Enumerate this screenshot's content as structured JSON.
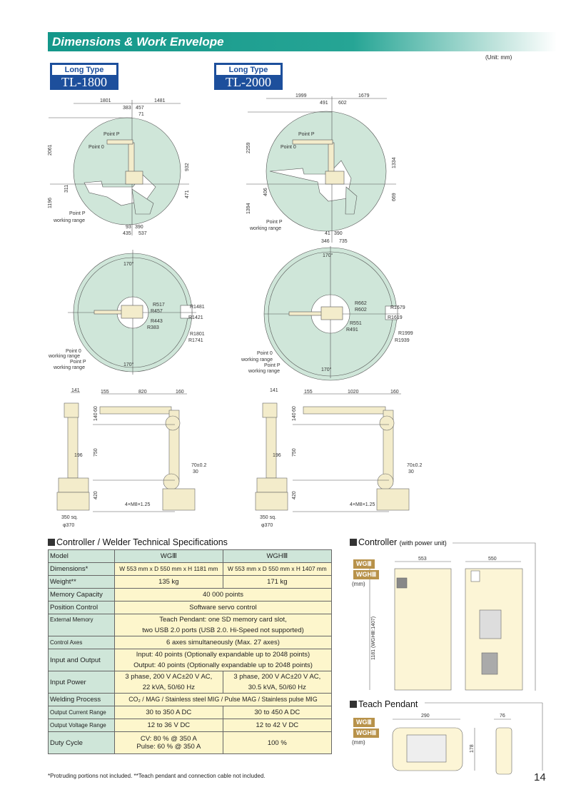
{
  "header": {
    "title": "Dimensions & Work Envelope",
    "unit": "(Unit: mm)"
  },
  "models": [
    {
      "type": "Long Type",
      "name": "TL-1800"
    },
    {
      "type": "Long Type",
      "name": "TL-2000"
    }
  ],
  "envelope_side": {
    "tl1800": [
      "1801",
      "1481",
      "383",
      "457",
      "71",
      "2061",
      "1196",
      "311",
      "932",
      "471",
      "Point P",
      "Point 0",
      "Point P",
      "working range",
      "93",
      "390",
      "435",
      "537"
    ],
    "tl2000": [
      "1999",
      "1679",
      "491",
      "602",
      "2259",
      "1394",
      "406",
      "1334",
      "669",
      "Point P",
      "Point 0",
      "Point P",
      "working range",
      "41",
      "390",
      "346",
      "735"
    ]
  },
  "envelope_top": {
    "tl1800": [
      "170°",
      "170°",
      "R517",
      "R457",
      "R1481",
      "R1421",
      "R443",
      "R383",
      "R1801",
      "R1741",
      "Point 0",
      "working range",
      "Point P",
      "working range"
    ],
    "tl2000": [
      "170°",
      "170°",
      "R662",
      "R602",
      "R1679",
      "R1619",
      "R551",
      "R491",
      "R1999",
      "R1939",
      "Point 0",
      "working range",
      "Point P",
      "working range"
    ]
  },
  "side_view": {
    "tl1800": [
      "141",
      "155",
      "820",
      "160",
      "140",
      "60",
      "750",
      "196",
      "70±0.2",
      "30",
      "420",
      "4×M8×1.25",
      "350 sq.",
      "φ370"
    ],
    "tl2000": [
      "141",
      "155",
      "1020",
      "160",
      "140",
      "60",
      "750",
      "196",
      "70±0.2",
      "30",
      "420",
      "4×M8×1.25",
      "350 sq.",
      "φ370"
    ]
  },
  "spec": {
    "title": "Controller / Welder Technical Specifications",
    "header": [
      "Model",
      "WGⅢ",
      "WGHⅢ"
    ],
    "rows": [
      {
        "label": "Dimensions*",
        "a": "W 553 mm x D 550 mm x H 1181 mm",
        "b": "W 553 mm x D 550 mm x H 1407 mm"
      },
      {
        "label": "Weight**",
        "a": "135 kg",
        "b": "171 kg"
      },
      {
        "label": "Memory Capacity",
        "v": "40 000 points"
      },
      {
        "label": "Position Control",
        "v": "Software servo control"
      },
      {
        "label": "External Memory",
        "v1": "Teach Pendant: one SD memory card slot,",
        "v2": "two USB 2.0 ports (USB 2.0. Hi-Speed not supported)"
      },
      {
        "label": "Control Axes",
        "v": "6 axes simultaneously (Max. 27 axes)"
      },
      {
        "label": "Input and Output",
        "v1": "Input: 40 points (Optionally expandable up to 2048 points)",
        "v2": "Output: 40 points (Optionally expandable up to 2048 points)"
      },
      {
        "label": "Input Power",
        "a1": "3 phase, 200 V AC±20 V AC,",
        "a2": "22 kVA, 50/60 Hz",
        "b1": "3 phase, 200 V AC±20 V AC,",
        "b2": "30.5 kVA, 50/60 Hz"
      },
      {
        "label": "Welding Process",
        "v": "CO₂ / MAG / Stainless steel MIG / Pulse MAG / Stainless pulse MIG"
      },
      {
        "label": "Output Current Range",
        "a": "30 to 350 A DC",
        "b": "30 to 450 A DC"
      },
      {
        "label": "Output Voltage Range",
        "a": "12 to 36 V DC",
        "b": "12 to 42 V DC"
      },
      {
        "label": "Duty Cycle",
        "a1": "CV: 80 % @ 350 A",
        "a2": "Pulse: 60 % @ 350 A",
        "b": "100 %"
      }
    ],
    "footnote": "*Protruding portions not included.  **Teach pendant and connection cable not included."
  },
  "controller": {
    "title": "Controller",
    "subtitle": "(with power unit)",
    "badges": [
      "WGⅢ",
      "WGHⅢ"
    ],
    "unit": "(mm)",
    "dims": [
      "553",
      "550",
      "1181 (WGHⅢ:1407)"
    ]
  },
  "pendant": {
    "title": "Teach Pendant",
    "badges": [
      "WGⅢ",
      "WGHⅢ"
    ],
    "unit": "(mm)",
    "dims": [
      "290",
      "76",
      "178"
    ]
  },
  "page_number": "14"
}
